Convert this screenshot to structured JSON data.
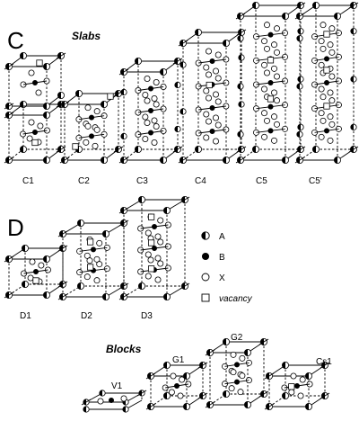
{
  "sections": {
    "c_letter": "C",
    "d_letter": "D"
  },
  "groups": {
    "slabs": "Slabs",
    "blocks": "Blocks"
  },
  "structures": {
    "c1": "C1",
    "c2": "C2",
    "c3": "C3",
    "c4": "C4",
    "c5": "C5",
    "c5p": "C5'",
    "d1": "D1",
    "d2": "D2",
    "d3": "D3",
    "v1": "V1",
    "g1": "G1",
    "g2": "G2",
    "cs1": "Cs1"
  },
  "legend": {
    "a": "A",
    "b": "B",
    "x": "X",
    "vacancy": "vacancy"
  }
}
